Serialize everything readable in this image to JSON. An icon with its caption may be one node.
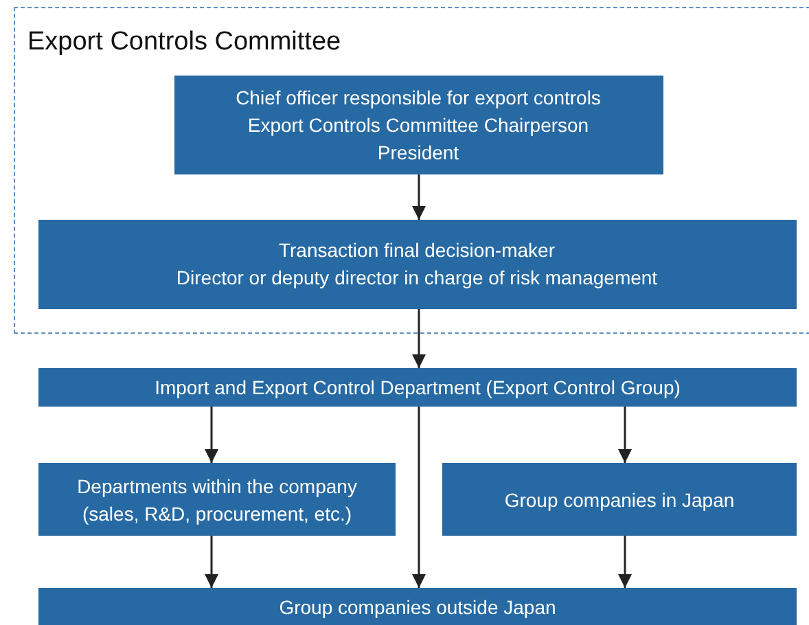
{
  "diagram": {
    "nodes": [
      {
        "text": [
          "Export Controls Committee"
        ]
      },
      {
        "text": [
          "Chief officer responsible for export controls",
          "Export Controls Committee Chairperson",
          "President"
        ],
        "in": 0
      },
      {
        "text": [
          "Transaction final decision-maker",
          "Director or deputy director in charge of risk management"
        ],
        "in": 0
      },
      {
        "text": [
          "Import and Export Control Department (Export Control Group)"
        ]
      },
      {
        "text": [
          "Departments within the company (sales, R&D, procurement, etc.)"
        ]
      },
      {
        "text": [
          "Group companies in Japan"
        ]
      },
      {
        "text": [
          "Group companies outside Japan"
        ]
      }
    ],
    "edges": [
      {
        "from": 1,
        "to": 2,
        "arrow": "to"
      },
      {
        "from": 2,
        "to": 3,
        "arrow": "to"
      },
      {
        "from": 3,
        "to": 4,
        "arrow": "to"
      },
      {
        "from": 3,
        "to": 6,
        "arrow": "to"
      },
      {
        "from": 3,
        "to": 5,
        "arrow": "to"
      },
      {
        "from": 4,
        "to": 6,
        "arrow": "to"
      },
      {
        "from": 5,
        "to": 6,
        "arrow": "to"
      }
    ]
  }
}
